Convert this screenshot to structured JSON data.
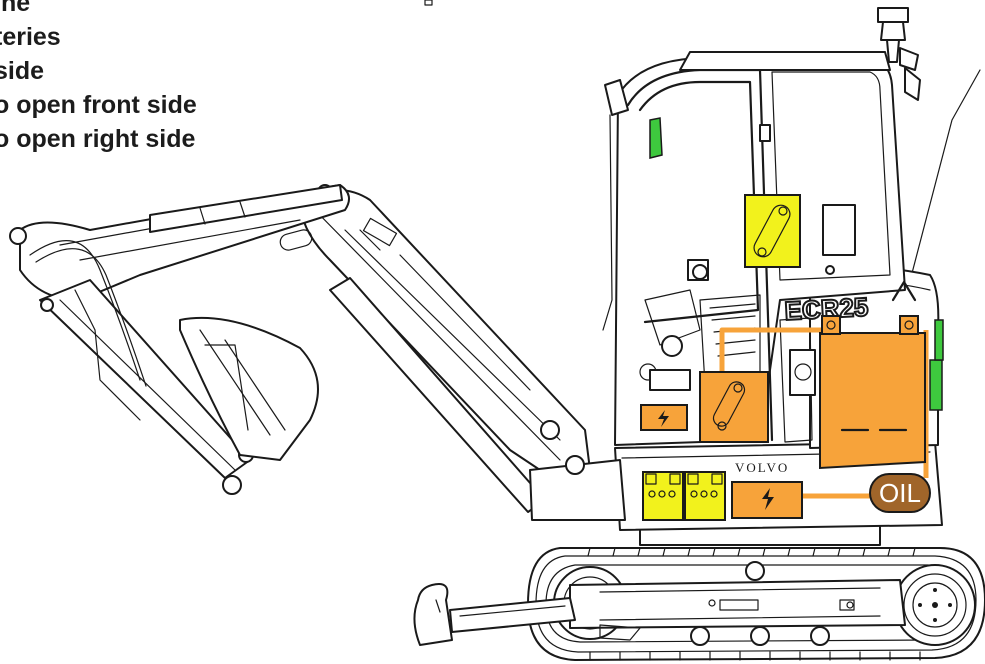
{
  "legend": {
    "lines": [
      "ine",
      "teries",
      "side",
      "o open front side",
      "o open right side"
    ]
  },
  "labels": {
    "oil": "OIL",
    "brand": "VOLVO",
    "model": "ECR25"
  },
  "colors": {
    "orange": "#f7a33a",
    "yellow": "#f2f21c",
    "green": "#3ec93e",
    "oil_brown": "#a0652a",
    "outline": "#1a1a1a"
  }
}
